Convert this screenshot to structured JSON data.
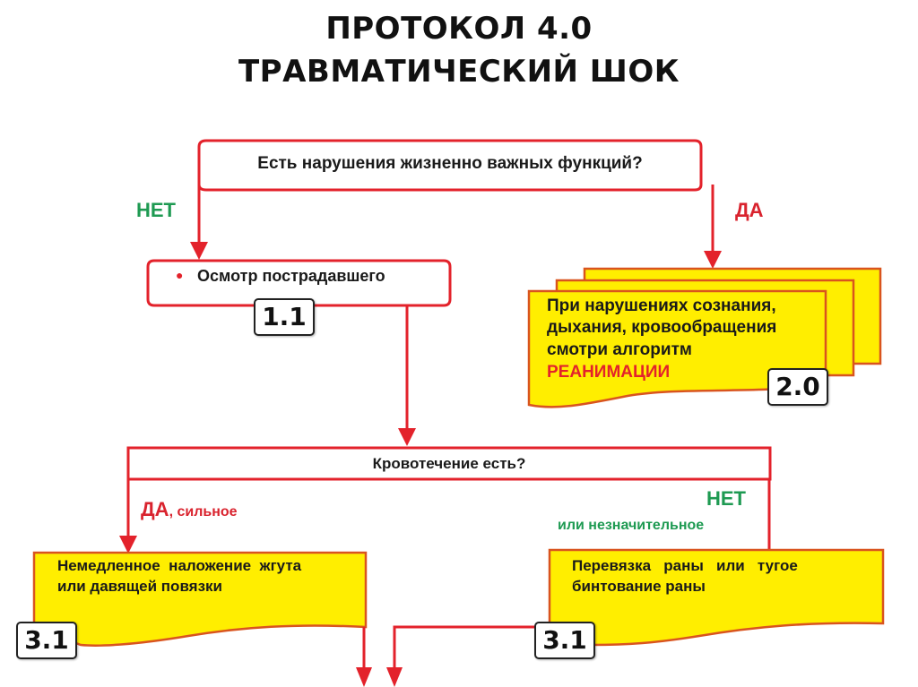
{
  "title": {
    "line1": "ПРОТОКОЛ  4.0",
    "line2": "ТРАВМАТИЧЕСКИЙ  ШОК"
  },
  "colors": {
    "line": "#e3222b",
    "yes": "#d9232e",
    "no": "#1e9a52",
    "note_fill": "#ffee00",
    "note_border": "#d9541e"
  },
  "nodes": {
    "q1": {
      "text": "Есть нарушения жизненно важных функций?"
    },
    "q1_no": {
      "label": "НЕТ"
    },
    "q1_yes": {
      "label": "ДА"
    },
    "exam": {
      "bullet": "●",
      "text": "Осмотр пострадавшего",
      "badge": "1.1"
    },
    "resus": {
      "line1": "При нарушениях сознания,",
      "line2": "дыхания, кровообращения",
      "line3": "смотри алгоритм",
      "highlight": "РЕАНИМАЦИИ",
      "badge": "2.0"
    },
    "q2": {
      "text": "Кровотечение есть?"
    },
    "q2_yes": {
      "label": "ДА",
      "suffix": ", сильное"
    },
    "q2_no": {
      "label": "НЕТ",
      "suffix": "или незначительное"
    },
    "tourniquet": {
      "line1": "Немедленное  наложение  жгута",
      "line2": "или давящей повязки",
      "badge": "3.1"
    },
    "bandage": {
      "line1": "Перевязка   раны   или   тугое",
      "line2": "бинтование раны",
      "badge": "3.1"
    }
  }
}
